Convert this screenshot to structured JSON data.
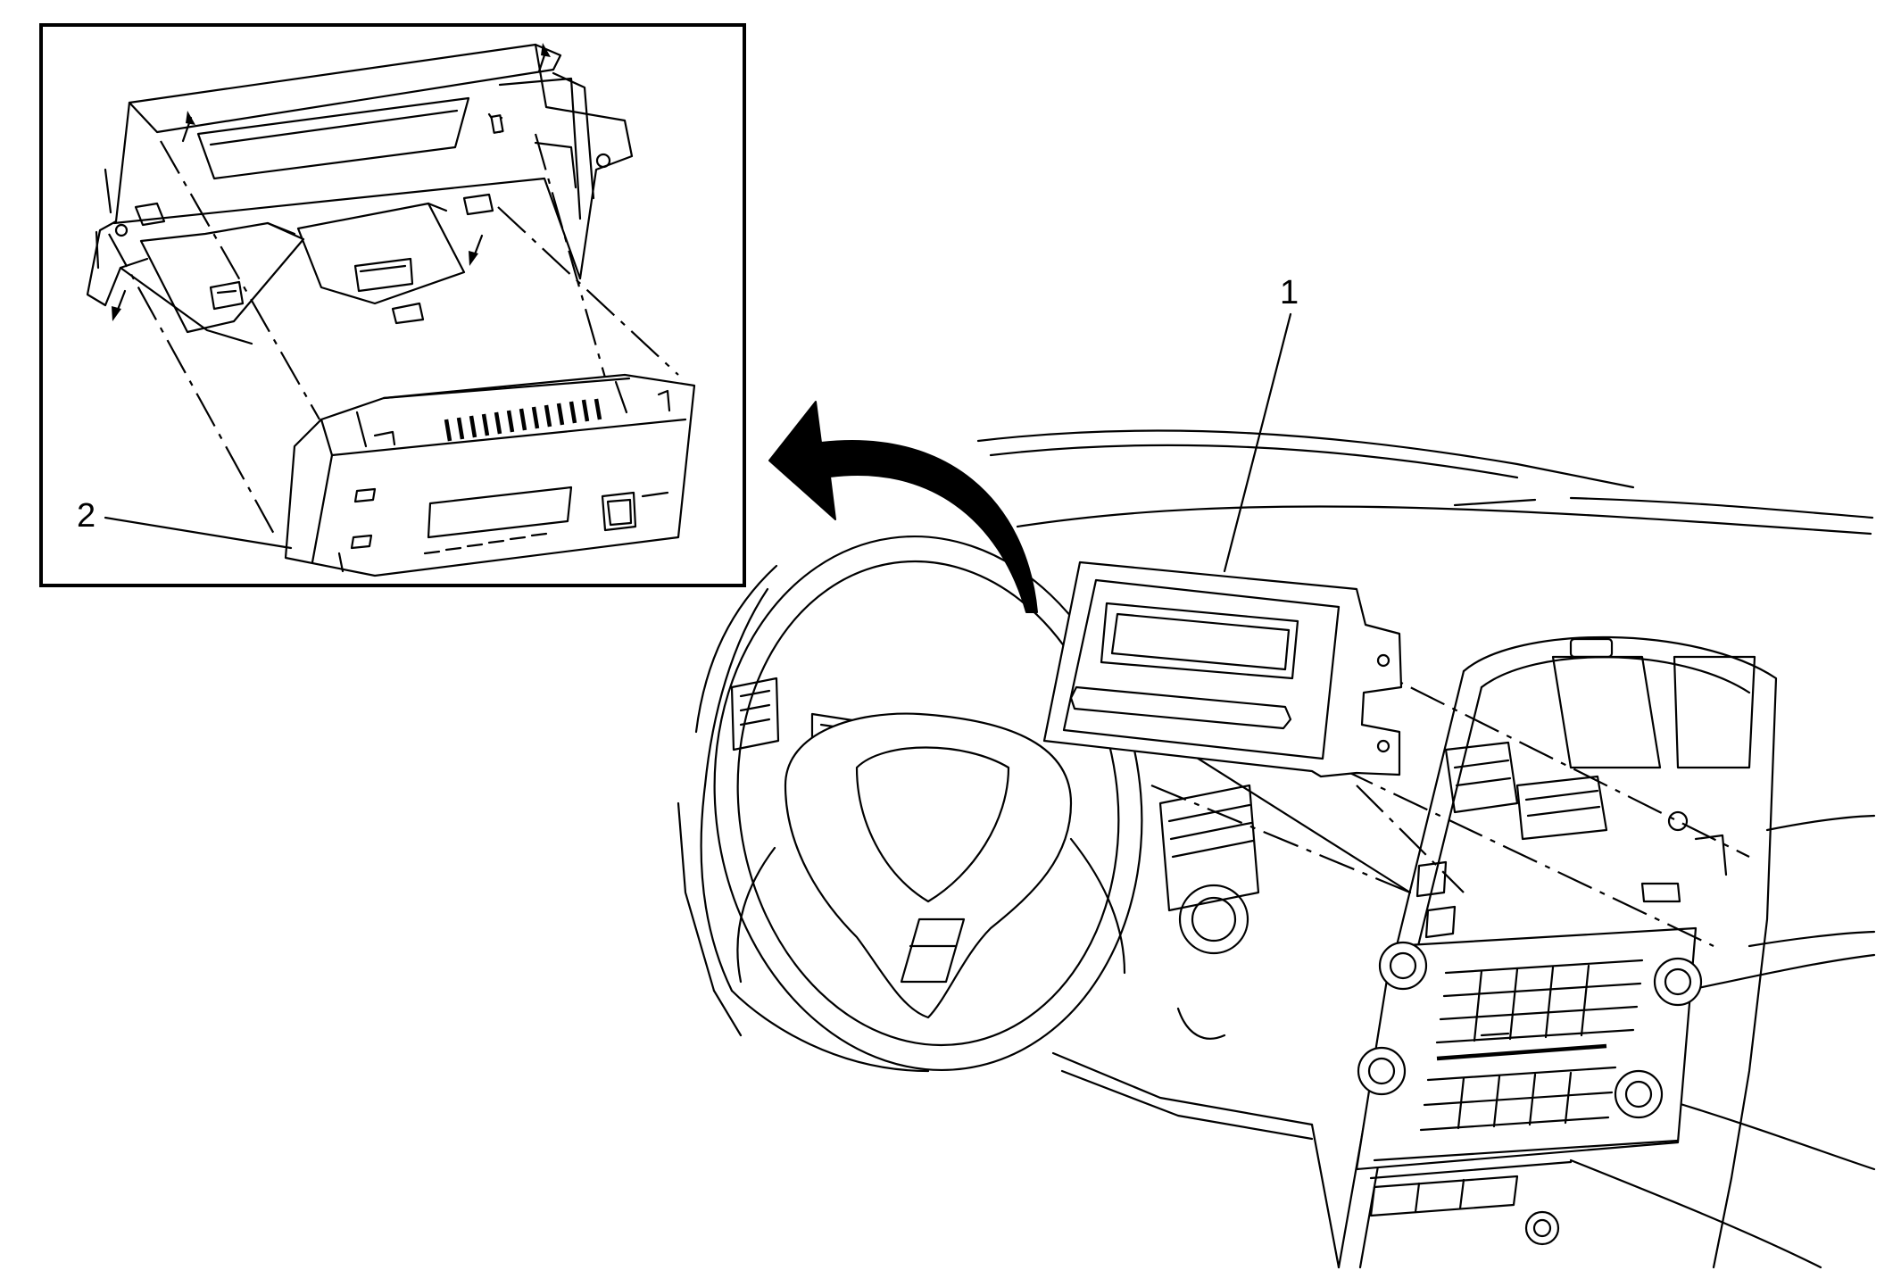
{
  "diagram": {
    "callouts": [
      {
        "id": "1",
        "label": "1",
        "description": ""
      },
      {
        "id": "2",
        "label": "2",
        "description": ""
      }
    ],
    "colors": {
      "line": "#000000",
      "background": "#ffffff",
      "arrow": "#000000"
    }
  }
}
